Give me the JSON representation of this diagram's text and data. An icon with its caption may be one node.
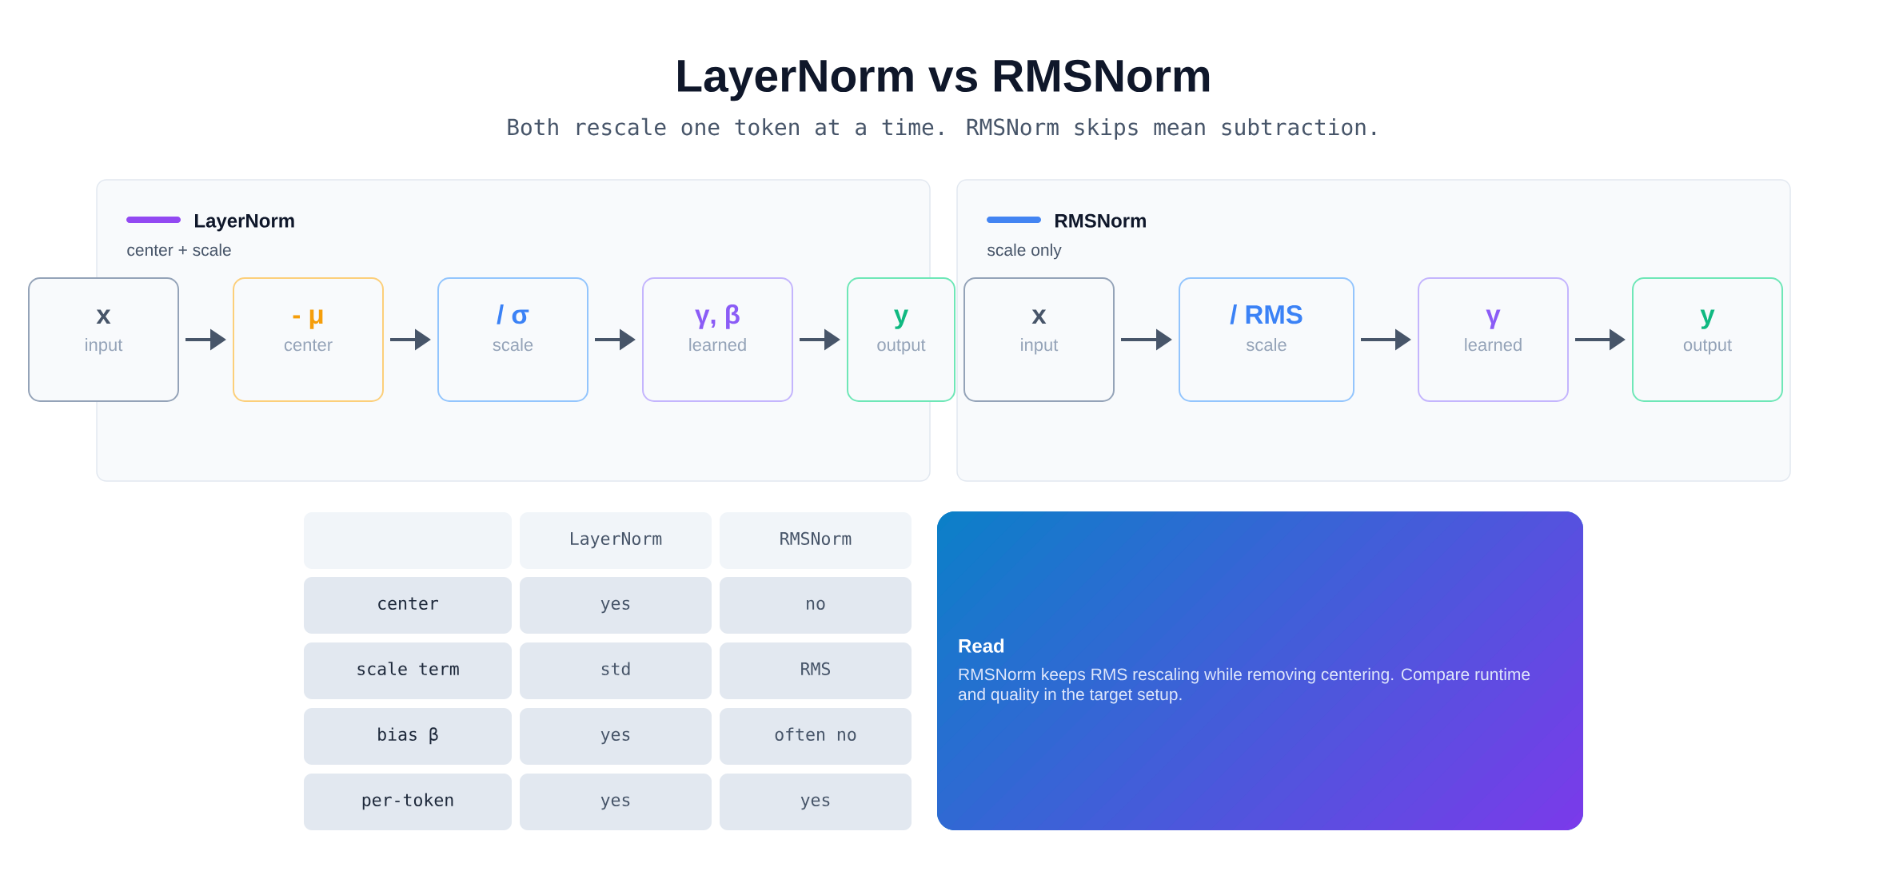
{
  "diagram": {
    "title": "LayerNorm vs RMSNorm",
    "nodes": [
      {
        "text": [
          "LayerNorm",
          "center + scale"
        ]
      },
      {
        "text": [
          "x",
          "input"
        ]
      },
      {
        "text": [
          "- μ",
          "center"
        ],
        "in": 0
      },
      {
        "text": [
          "/ σ",
          "scale"
        ],
        "in": 0
      },
      {
        "text": [
          "γ, β",
          "learned"
        ],
        "in": 0
      },
      {
        "text": [
          "y",
          "output"
        ]
      },
      {
        "text": [
          "RMSNorm",
          "scale only"
        ]
      },
      {
        "text": [
          "x",
          "input"
        ],
        "in": 6
      },
      {
        "text": [
          "/ RMS",
          "scale"
        ],
        "in": 6
      },
      {
        "text": [
          "γ",
          "learned"
        ],
        "in": 6
      },
      {
        "text": [
          "y",
          "output"
        ],
        "in": 6
      },
      {
        "text": [
          "Read",
          "RMSNorm keeps RMS rescaling while removing centering. Compare runtime and quality in the target setup."
        ]
      }
    ],
    "edges": [
      {
        "from": 1,
        "to": 2,
        "arrow": "to"
      },
      {
        "from": 2,
        "to": 3,
        "arrow": "to"
      },
      {
        "from": 3,
        "to": 4,
        "arrow": "to"
      },
      {
        "from": 4,
        "to": 5,
        "arrow": "to"
      },
      {
        "from": 7,
        "to": 8,
        "arrow": "to"
      },
      {
        "from": 8,
        "to": 9,
        "arrow": "to"
      },
      {
        "from": 9,
        "to": 10,
        "arrow": "to"
      }
    ],
    "labels": [
      "Both rescale one token at a time. RMSNorm skips mean subtraction.",
      "LayerNorm",
      "RMSNorm",
      "center",
      "yes",
      "no",
      "scale term",
      "std",
      "RMS",
      "bias β",
      "yes",
      "often no",
      "per-token",
      "yes",
      "yes"
    ]
  }
}
